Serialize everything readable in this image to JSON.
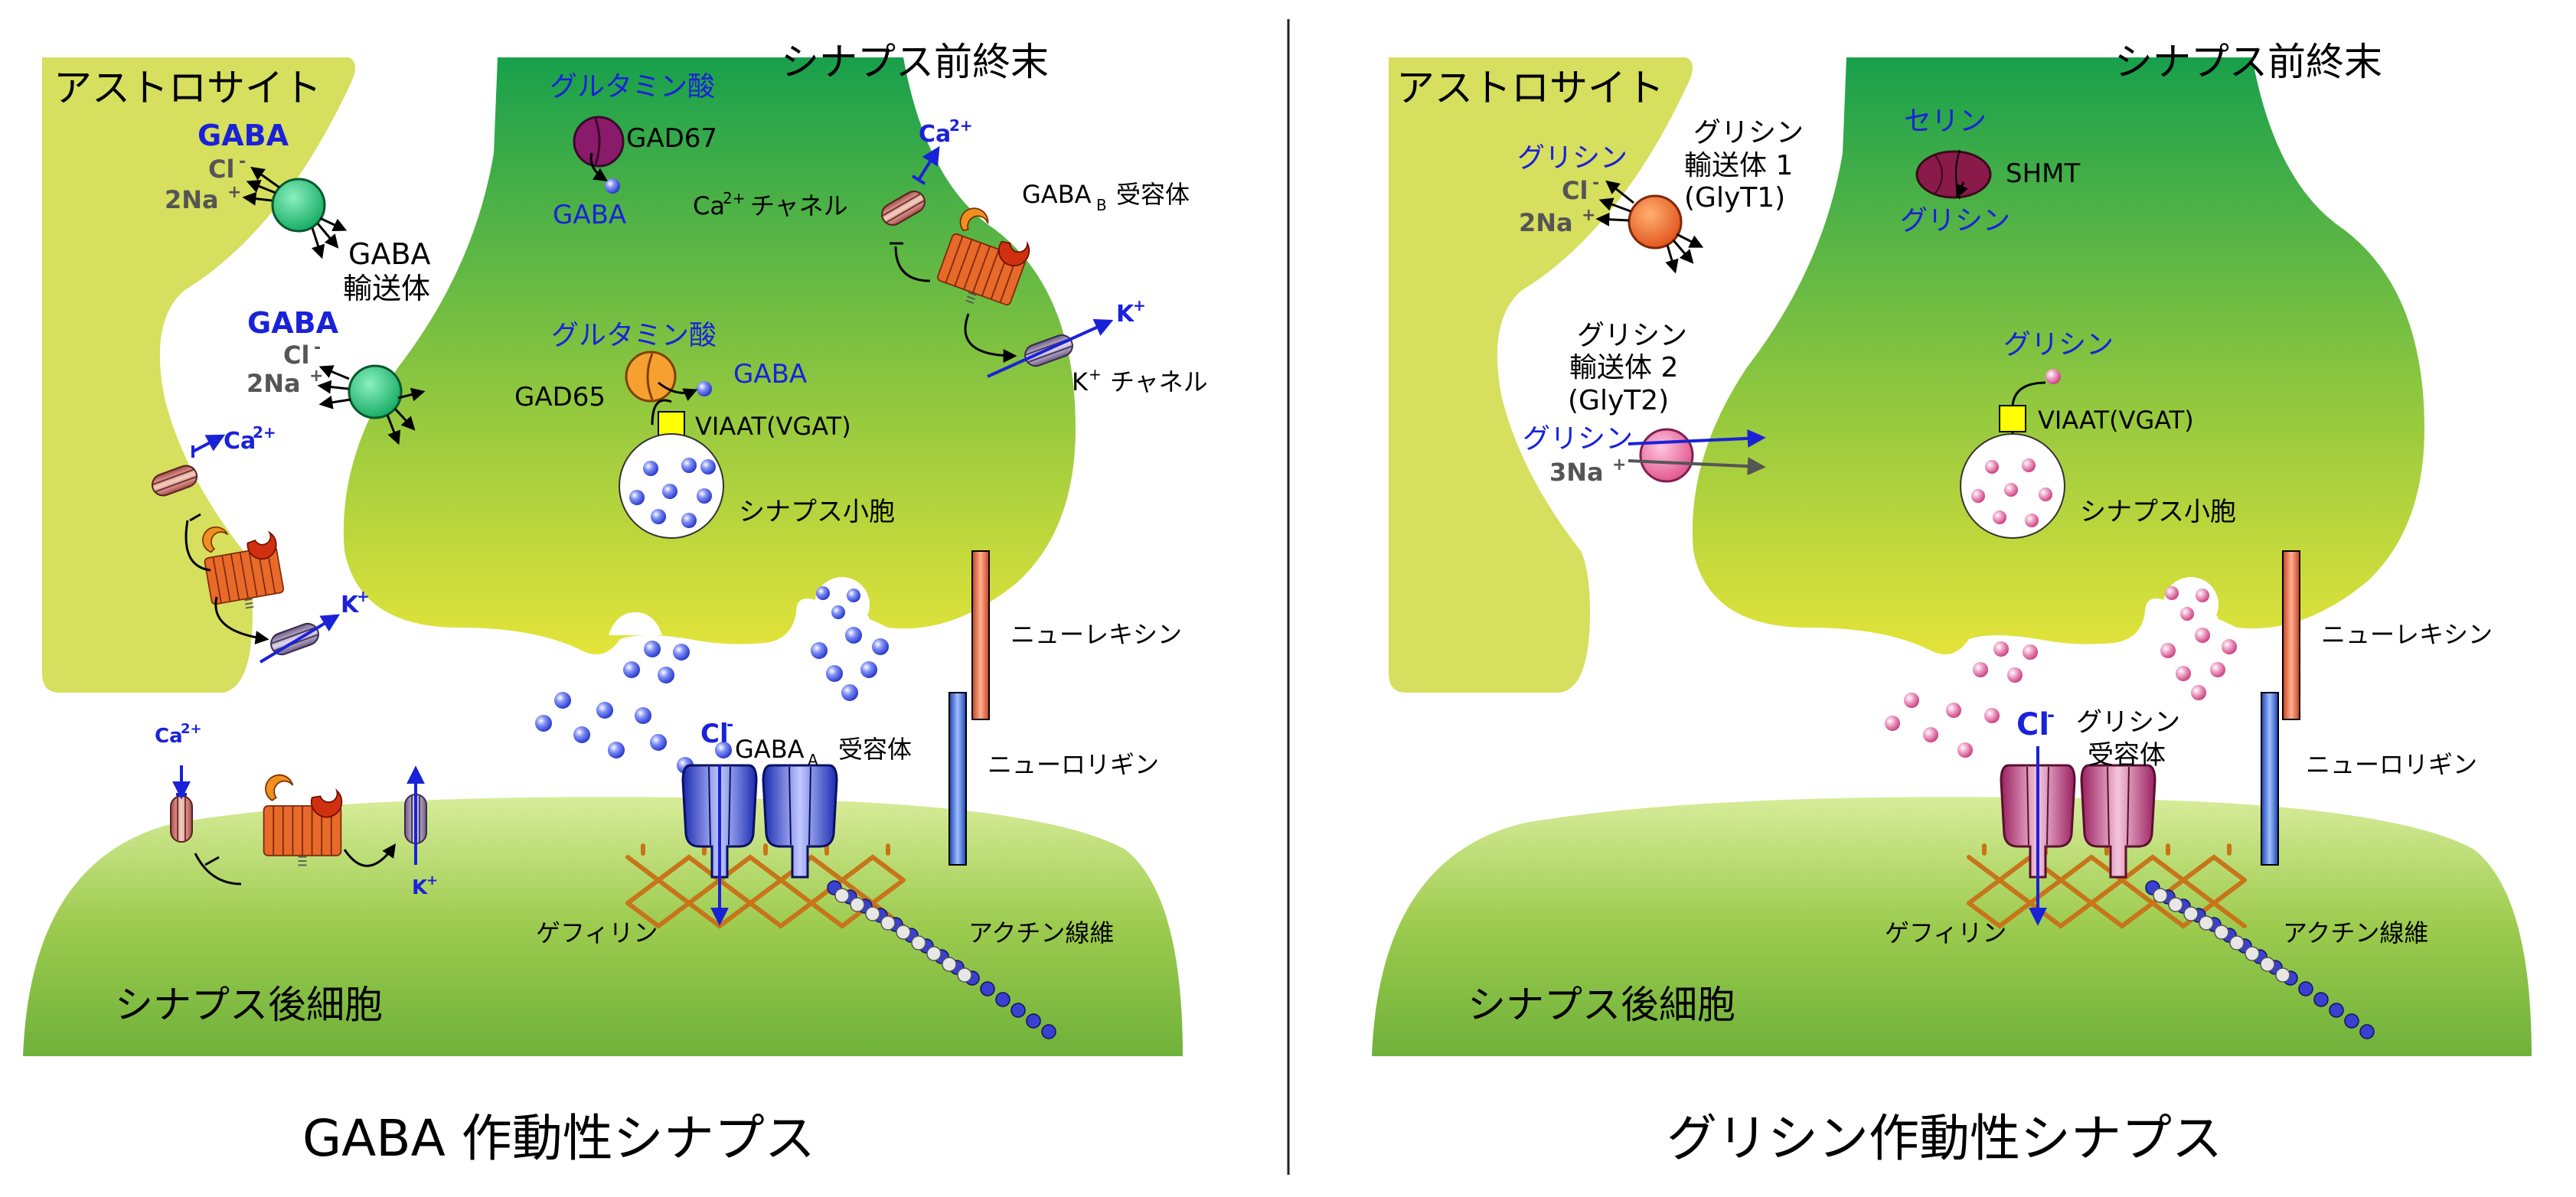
{
  "left": {
    "caption": "GABA 作動性シナプス",
    "astrocyte": "アストロサイト",
    "presynaptic": "シナプス前終末",
    "postsynaptic": "シナプス後細胞",
    "transporter_top": {
      "sub": "GABA",
      "cl": "Cl",
      "na": "2Na",
      "plus": "+",
      "minus": "-"
    },
    "transporter_label_1": "GABA",
    "transporter_label_2": "輸送体",
    "transporter_mid": {
      "sub": "GABA",
      "cl": "Cl",
      "na": "2Na"
    },
    "glutamate_top": "グルタミン酸",
    "gad67": "GAD67",
    "gaba_top": "GABA",
    "ca_channel": "チャネル",
    "ca_label": "Ca",
    "ca_sup": "2+",
    "gabab": "GABA",
    "gabab_sub": "B",
    "gabab_tail": "受容体",
    "k_channel": "チャネル",
    "k_label": "K",
    "k_sup": "+",
    "glutamate_mid": "グルタミン酸",
    "gad65": "GAD65",
    "gaba_mid": "GABA",
    "viaat": "VIAAT(VGAT)",
    "vesicle": "シナプス小胞",
    "neurexin": "ニューレキシン",
    "neuroligin": "ニューロリギン",
    "gabaa": "GABA",
    "gabaa_sub": "A",
    "gabaa_tail": "受容体",
    "cl_post": "Cl",
    "gephyrin": "ゲフィリン",
    "actin": "アクチン線維"
  },
  "right": {
    "caption": "グリシン作動性シナプス",
    "astrocyte": "アストロサイト",
    "presynaptic": "シナプス前終末",
    "postsynaptic": "シナプス後細胞",
    "glycine_1": "グリシン",
    "cl": "Cl",
    "na2": "2Na",
    "glyt1_line1": "グリシン",
    "glyt1_line2": "輸送体 1",
    "glyt1_line3": "(GlyT1)",
    "glyt2_line1": "グリシン",
    "glyt2_line2": "輸送体 2",
    "glyt2_line3": "(GlyT2)",
    "glycine_2": "グリシン",
    "na3": "3Na",
    "serine": "セリン",
    "shmt": "SHMT",
    "glycine_top": "グリシン",
    "glycine_mid": "グリシン",
    "viaat": "VIAAT(VGAT)",
    "vesicle": "シナプス小胞",
    "neurexin": "ニューレキシン",
    "neuroligin": "ニューロリギン",
    "glyr_line1": "グリシン",
    "glyr_line2": "受容体",
    "cl_post": "Cl",
    "gephyrin": "ゲフィリン",
    "actin": "アクチン線維"
  },
  "colors": {
    "astrocyte": "#d6df5e",
    "presynaptic_top": "#1fa14a",
    "presynaptic_bottom": "#dfe23d",
    "postsynaptic": "#9dcc4d",
    "gaba_particle": "#5b6ef0",
    "glycine_particle": "#e88ab8",
    "label_blue": "#1a22d8",
    "gephyrin": "#e58a1e",
    "neurexin": "#e8643c",
    "neuroligin": "#2f5fe0"
  }
}
